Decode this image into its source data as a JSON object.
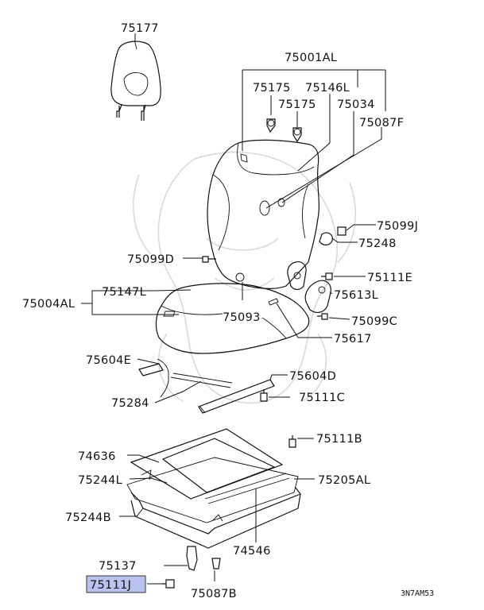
{
  "diagram_code": "3N7AM53",
  "highlight_color": "#b9c3ef",
  "labels": {
    "l75177": "75177",
    "l75001AL": "75001AL",
    "l75175a": "75175",
    "l75146L": "75146L",
    "l75175b": "75175",
    "l75034": "75034",
    "l75087F": "75087F",
    "l75099J": "75099J",
    "l75248": "75248",
    "l75099D": "75099D",
    "l75111E": "75111E",
    "l75147L": "75147L",
    "l75004AL": "75004AL",
    "l75613L": "75613L",
    "l75093": "75093",
    "l75099C": "75099C",
    "l75617": "75617",
    "l75604E": "75604E",
    "l75604D": "75604D",
    "l75111C": "75111C",
    "l75284": "75284",
    "l75111B": "75111B",
    "l74636": "74636",
    "l75244L": "75244L",
    "l75205AL": "75205AL",
    "l75244B": "75244B",
    "l74546": "74546",
    "l75137": "75137",
    "l75111J": "75111J",
    "l75087B": "75087B"
  }
}
